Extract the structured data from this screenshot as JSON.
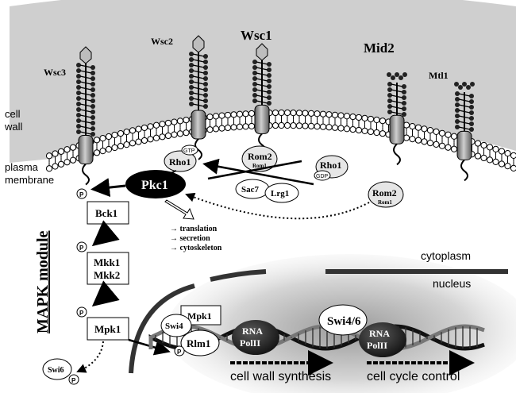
{
  "sensors": {
    "wsc3": "Wsc3",
    "wsc2": "Wsc2",
    "wsc1": "Wsc1",
    "mid2": "Mid2",
    "mtl1": "Mtl1"
  },
  "compartments": {
    "cell_wall": [
      "cell",
      "wall"
    ],
    "plasma_membrane": [
      "plasma",
      "membrane"
    ],
    "cytoplasm": "cytoplasm",
    "nucleus": "nucleus"
  },
  "proteins": {
    "rho1_gtp": "Rho1",
    "gtp": "GTP",
    "rom2_top": "Rom2",
    "rom1_top": "Rom1",
    "rho1_gdp": "Rho1",
    "gdp": "GDP",
    "rom2_bottom": "Rom2",
    "rom1_bottom": "Rom1",
    "pkc1": "Pkc1",
    "sac7": "Sac7",
    "lrg1": "Lrg1",
    "bck1": "Bck1",
    "mkk1": "Mkk1",
    "mkk2": "Mkk2",
    "mpk1_cyto": "Mpk1",
    "mpk1_nuc": "Mpk1",
    "swi4": "Swi4",
    "rlm1": "Rlm1",
    "swi46": "Swi4/6",
    "swi6": "Swi6",
    "rna_pol_1": [
      "RNA",
      "PolII"
    ],
    "rna_pol_2": [
      "RNA",
      "PolII"
    ],
    "phospho": "P"
  },
  "module_title": "MAPK module",
  "outputs": [
    "→ translation",
    "→ secretion",
    "→ cytoskeleton"
  ],
  "genes": {
    "cell_wall_synthesis": "cell wall synthesis",
    "cell_cycle_control": "cell cycle control"
  },
  "colors": {
    "wall": "#cfcfcf",
    "pkc1": "#000000",
    "protein_fill": "#e6e6e6",
    "sensor_rod": "#8c8c8c",
    "dark": "#1a1a1a"
  }
}
